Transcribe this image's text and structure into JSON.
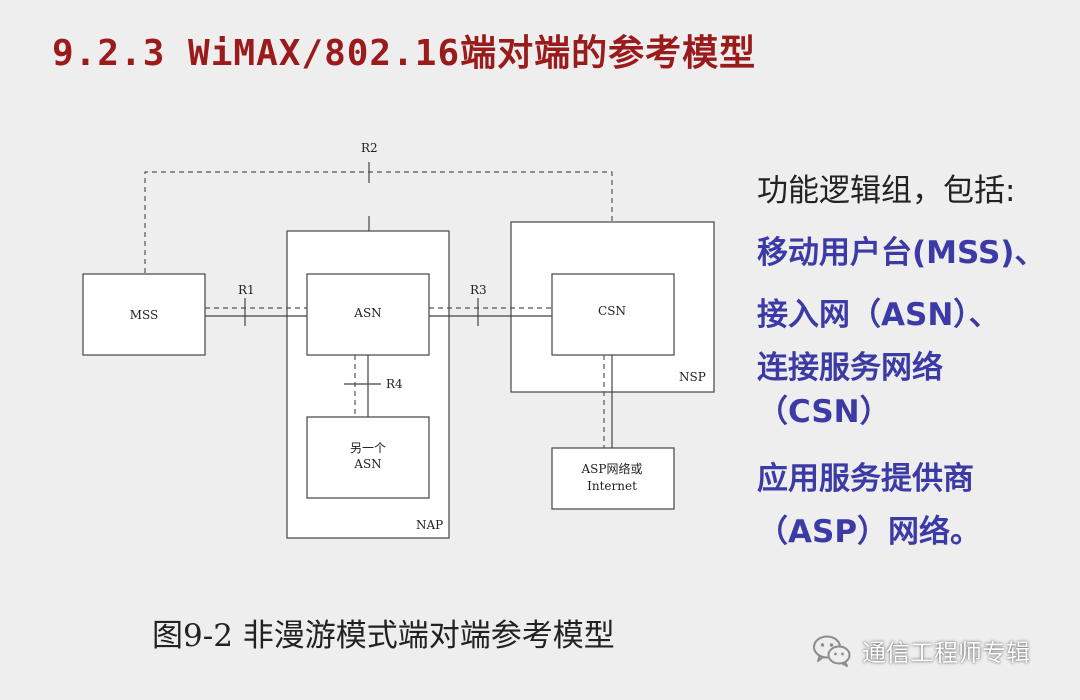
{
  "title": "9.2.3 WiMAX/802.16端对端的参考模型",
  "diagram": {
    "nodes": {
      "mss": "MSS",
      "asn": "ASN",
      "asn2_line1": "另一个",
      "asn2_line2": "ASN",
      "csn": "CSN",
      "internet_line1": "ASP网络或",
      "internet_line2": "Internet",
      "nap": "NAP",
      "nsp": "NSP"
    },
    "refpoints": {
      "r1": "R1",
      "r2": "R2",
      "r3": "R3",
      "r4": "R4"
    }
  },
  "side": {
    "heading": "功能逻辑组，包括:",
    "items": [
      "移动用户台(MSS)、",
      "接入网（ASN）、",
      "连接服务网络",
      "（CSN）",
      "应用服务提供商",
      "（ASP）网络。"
    ]
  },
  "caption": "图9-2 非漫游模式端对端参考模型",
  "watermark": "通信工程师专辑"
}
